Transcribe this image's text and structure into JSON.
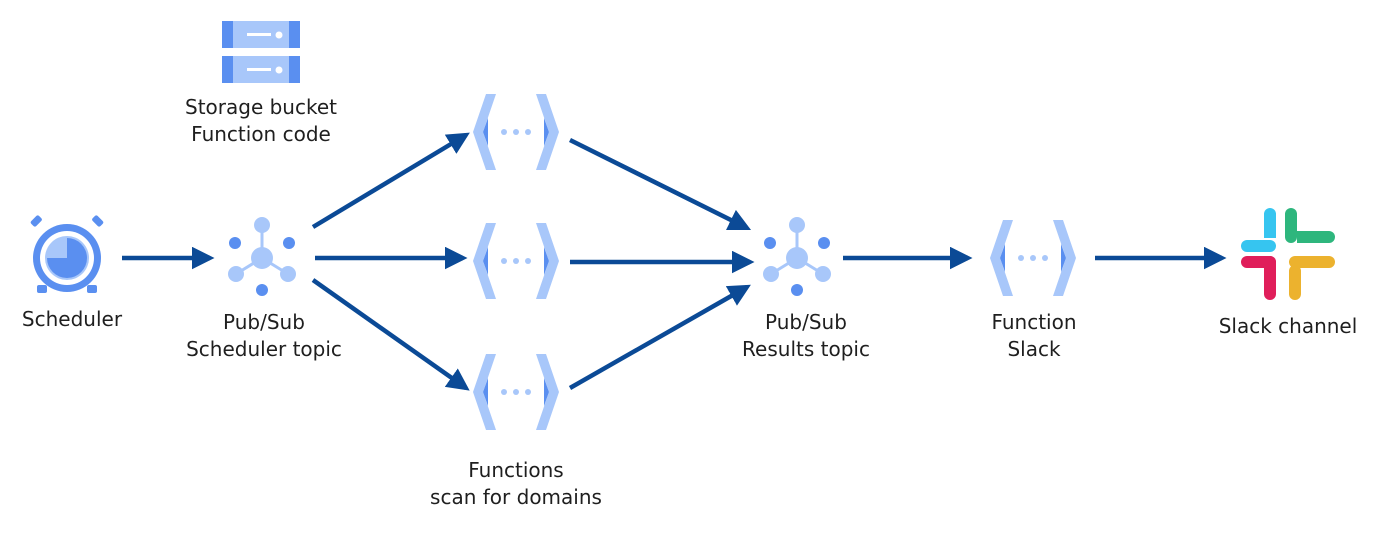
{
  "colors": {
    "arrow": "#0b4a96",
    "icon_light": "#a8c7fa",
    "icon_dark": "#5a8ff0",
    "slack_blue": "#36c5f0",
    "slack_green": "#2eb67d",
    "slack_red": "#e01e5a",
    "slack_yellow": "#ecb22e"
  },
  "nodes": {
    "scheduler": {
      "icon": "scheduler-clock-icon",
      "line1": "Scheduler"
    },
    "storage": {
      "icon": "storage-bucket-icon",
      "line1": "Storage bucket",
      "line2": "Function code"
    },
    "pubsub_scheduler": {
      "icon": "pubsub-icon",
      "line1": "Pub/Sub",
      "line2": "Scheduler topic"
    },
    "functions_scan": {
      "icon": "cloud-function-icon",
      "line1": "Functions",
      "line2": "scan for domains"
    },
    "pubsub_results": {
      "icon": "pubsub-icon",
      "line1": "Pub/Sub",
      "line2": "Results topic"
    },
    "function_slack": {
      "icon": "cloud-function-icon",
      "line1": "Function",
      "line2": "Slack"
    },
    "slack_channel": {
      "icon": "slack-logo-icon",
      "line1": "Slack channel"
    }
  }
}
